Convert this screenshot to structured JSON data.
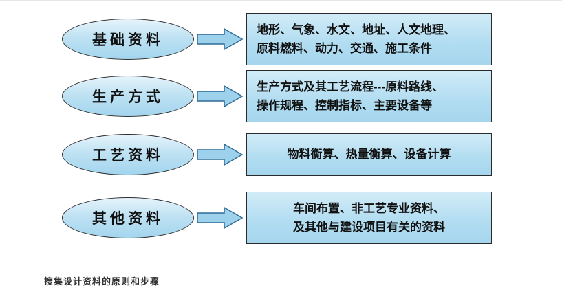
{
  "colors": {
    "shape_fill": "#aed9f0",
    "shape_border": "#2b2b2b",
    "arrow_fill": "#9ed2ec",
    "arrow_border": "#2f6b96",
    "text": "#111111",
    "caption_text": "#333333",
    "background": "#ffffff"
  },
  "diagram": {
    "rows": [
      {
        "stage": "基础资料",
        "details": [
          "地形、气象、水文、地址、人文地理、",
          "原料燃料、动力、交通、施工条件"
        ]
      },
      {
        "stage": "生产方式",
        "details": [
          "生产方式及其工艺流程---原料路线、",
          "操作规程、控制指标、主要设备等"
        ]
      },
      {
        "stage": "工艺资料",
        "details": [
          "物料衡算、热量衡算、设备计算"
        ]
      },
      {
        "stage": "其他资料",
        "details": [
          "车间布置、非工艺专业资料、",
          "及其他与建设项目有关的资料"
        ]
      }
    ],
    "caption": "搜集设计资料的原则和步骤"
  }
}
